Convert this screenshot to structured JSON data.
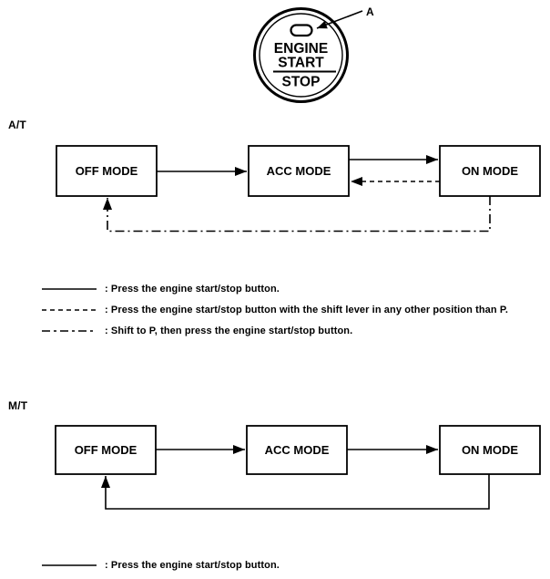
{
  "button": {
    "indicator_label": "A",
    "text_line1": "ENGINE",
    "text_line2": "START",
    "text_line3": "STOP"
  },
  "sections": {
    "at": {
      "label": "A/T",
      "boxes": [
        "OFF MODE",
        "ACC MODE",
        "ON MODE"
      ],
      "legend": [
        {
          "style": "solid",
          "text": ": Press the engine start/stop button."
        },
        {
          "style": "dashed",
          "text": ": Press the engine start/stop button with the shift lever in any other position than P."
        },
        {
          "style": "dashdot",
          "text": ": Shift to P, then press the engine start/stop button."
        }
      ]
    },
    "mt": {
      "label": "M/T",
      "boxes": [
        "OFF MODE",
        "ACC MODE",
        "ON MODE"
      ],
      "legend": [
        {
          "style": "solid",
          "text": ": Press the engine start/stop button."
        }
      ]
    }
  },
  "colors": {
    "ink": "#000000",
    "background": "#ffffff"
  }
}
